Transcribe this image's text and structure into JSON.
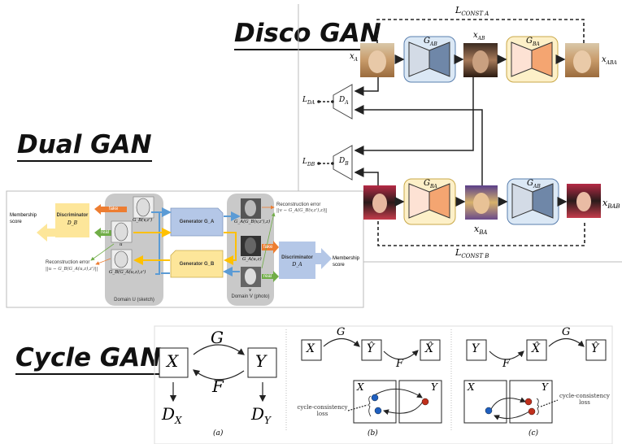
{
  "titles": {
    "disco": "Disco GAN",
    "dual": "Dual GAN",
    "cycle": "Cycle GAN"
  },
  "disco": {
    "l_const_a": "L",
    "l_const_a_sub": "CONST A",
    "l_const_b": "L",
    "l_const_b_sub": "CONST B",
    "x_a": "x",
    "x_a_sub": "A",
    "x_ab": "x",
    "x_ab_sub": "AB",
    "x_aba": "x",
    "x_aba_sub": "ABA",
    "x_ba": "x",
    "x_ba_sub": "BA",
    "x_bab": "x",
    "x_bab_sub": "BAB",
    "g_ab": "G",
    "g_ab_sub": "AB",
    "g_ba": "G",
    "g_ba_sub": "BA",
    "d_a": "D",
    "d_a_sub": "A",
    "d_b": "D",
    "d_b_sub": "B",
    "l_da": "L",
    "l_da_sub": "DA",
    "l_db": "L",
    "l_db_sub": "DB",
    "colors": {
      "gab_fill": "#dbe8f5",
      "gab_left": "#d3dbe6",
      "gab_right": "#6f87a8",
      "gba_fill": "#fdf0c8",
      "gba_left": "#fde2d4",
      "gba_right": "#f4a571"
    }
  },
  "dual": {
    "membership_left": "Membership score",
    "discriminator_b": "Discriminator",
    "discriminator_b_sym": "D_B",
    "fake_left": "fake",
    "real_left": "real",
    "recon_left_1": "Reconstruction error",
    "recon_left_2": "||u − G_B(G_A(u,z),z')||",
    "g_b_v": "G_B(v,z')",
    "u_label": "u",
    "g_b_ga": "G_B(G_A(u,z),z')",
    "domain_u": "Domain U (sketch)",
    "generator_a": "Generator G_A",
    "generator_b": "Generator G_B",
    "g_a_gb": "G_A(G_B(v,z'),z)",
    "g_a_u": "G_A(u,z)",
    "v_label": "v",
    "domain_v": "Domain V (photo)",
    "recon_right_1": "Reconstruction error",
    "recon_right_2": "||v − G_A(G_B(v,z'),z)||",
    "fake_right": "fake",
    "real_right": "real",
    "discriminator_a": "Discriminator",
    "discriminator_a_sym": "D_A",
    "membership_right": "Membership score",
    "colors": {
      "disc_b": "#fde69a",
      "disc_a": "#b4c7e7",
      "gen_a": "#b4c7e7",
      "gen_b": "#fde69a",
      "fake": "#ed7d31",
      "real": "#70ad47",
      "blue_line": "#5b9bd5",
      "gold_line": "#ffc000",
      "domain_bg": "#c9c9c9"
    }
  },
  "cycle": {
    "a": {
      "X": "X",
      "Y": "Y",
      "G": "G",
      "F": "F",
      "DX": "D",
      "DX_sub": "X",
      "DY": "D",
      "DY_sub": "Y",
      "caption": "(a)"
    },
    "b": {
      "X": "X",
      "Yhat": "Ŷ",
      "Xhat": "X̂",
      "G": "G",
      "F": "F",
      "boxX": "X",
      "boxY": "Y",
      "loss": "cycle-consistency",
      "loss2": "loss",
      "caption": "(b)"
    },
    "c": {
      "Y": "Y",
      "Xhat": "X̂",
      "Yhat": "Ŷ",
      "F": "F",
      "G": "G",
      "boxX": "X",
      "boxY": "Y",
      "loss": "cycle-consistency",
      "loss2": "loss",
      "caption": "(c)"
    },
    "colors": {
      "blue_dot": "#1f5fbf",
      "red_dot": "#c0301c"
    }
  }
}
